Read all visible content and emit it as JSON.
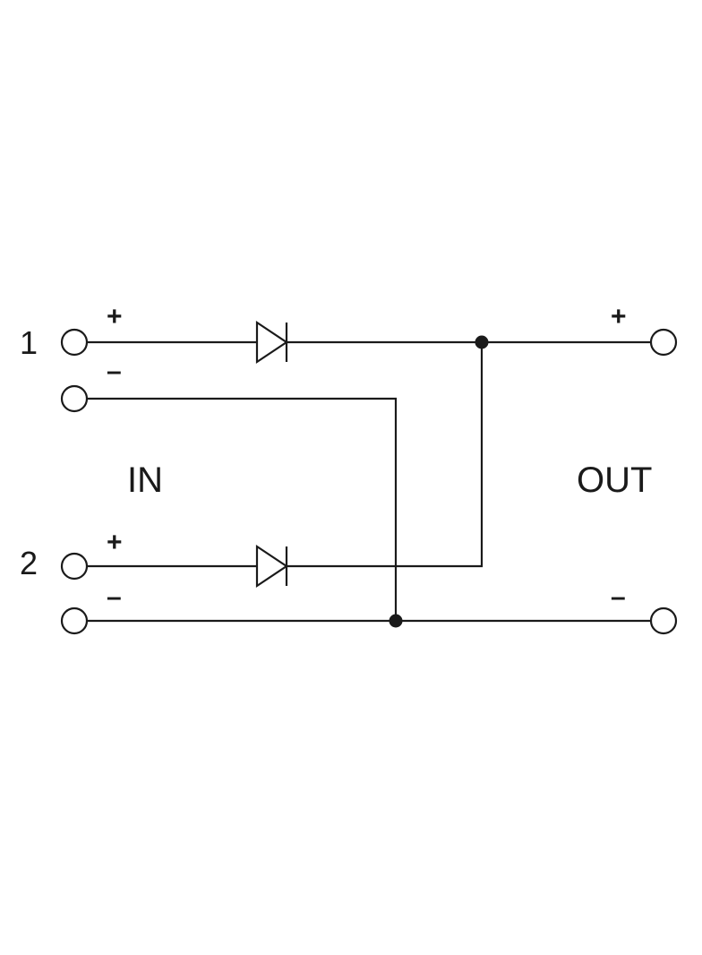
{
  "labels": {
    "input1": "1",
    "input2": "2",
    "in": "IN",
    "out": "OUT",
    "in1_plus": "+",
    "in1_minus": "–",
    "in2_plus": "+",
    "in2_minus": "–",
    "out_plus": "+",
    "out_minus": "–"
  },
  "colors": {
    "line": "#1a1a1a",
    "background": "#ffffff"
  }
}
